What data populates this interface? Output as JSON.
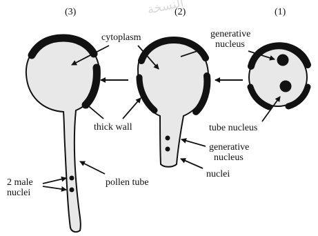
{
  "diagram": {
    "stages": [
      {
        "id": "stage-3",
        "label": "(3)"
      },
      {
        "id": "stage-2",
        "label": "(2)"
      },
      {
        "id": "stage-1",
        "label": "(1)"
      }
    ],
    "labels": {
      "cytoplasm": "cytoplasm",
      "generative_nucleus_top_line1": "generative",
      "generative_nucleus_top_line2": "nucleus",
      "thick_wall": "thick wall",
      "tube_nucleus": "tube nucleus",
      "generative_nucleus_mid_line1": "generative",
      "generative_nucleus_mid_line2": "nucleus",
      "nuclei": "nuclei",
      "pollen_tube": "pollen tube",
      "two_male_nuclei_line1": "2 male",
      "two_male_nuclei_line2": "nuclei"
    },
    "watermark": "النسخة"
  },
  "colors": {
    "ink": "#111111",
    "cell_fill": "#e8e8e8",
    "wall": "#111111",
    "watermark": "#d9d9d9"
  }
}
